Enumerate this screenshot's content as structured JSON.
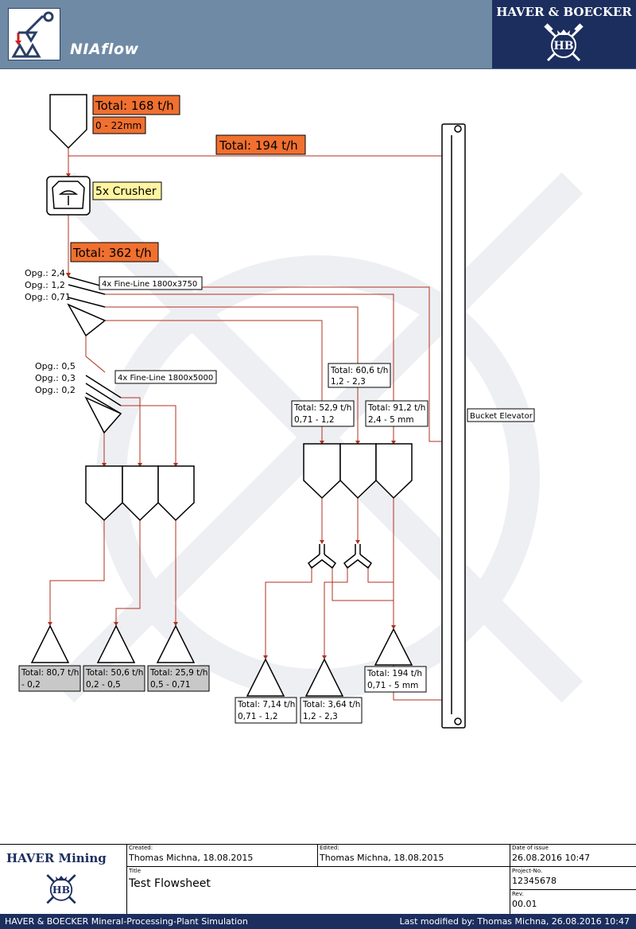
{
  "header": {
    "app_title": "NIAflow",
    "brand": "HAVER & BOECKER",
    "brand_monogram": "HB",
    "logo_icon": "flowsheet-logo-icon",
    "brand_color": "#1c2e5e",
    "header_color": "#6f8aa5"
  },
  "flowsheet": {
    "feed_total": "Total: 168 t/h",
    "feed_size": "0 - 22mm",
    "recycle_total": "Total: 194 t/h",
    "crusher_label": "5x Crusher",
    "crusher_product_total": "Total: 362 t/h",
    "screen1": {
      "label": "4x Fine-Line 1800x3750",
      "openings": [
        "Opg.: 2,4",
        "Opg.: 1,2",
        "Opg.: 0,71"
      ]
    },
    "screen2": {
      "label": "4x Fine-Line 1800x5000",
      "openings": [
        "Opg.: 0,5",
        "Opg.: 0,3",
        "Opg.: 0,2"
      ]
    },
    "streams": {
      "s1": {
        "total": "Total: 60,6 t/h",
        "range": "1,2 - 2,3"
      },
      "s2": {
        "total": "Total: 52,9 t/h",
        "range": "0,71 - 1,2"
      },
      "s3": {
        "total": "Total: 91,2 t/h",
        "range": "2,4 - 5 mm"
      }
    },
    "bucket_elevator": "Bucket Elevator",
    "products": {
      "p1": {
        "total": "Total: 80,7 t/h",
        "range": "- 0,2"
      },
      "p2": {
        "total": "Total: 50,6 t/h",
        "range": "0,2 - 0,5"
      },
      "p3": {
        "total": "Total: 25,9 t/h",
        "range": "0,5 - 0,71"
      },
      "p4": {
        "total": "Total: 7,14 t/h",
        "range": "0,71 - 1,2"
      },
      "p5": {
        "total": "Total: 3,64 t/h",
        "range": "1,2 - 2,3"
      },
      "p6": {
        "total": "Total: 194 t/h",
        "range": "0,71 - 5 mm"
      }
    },
    "colors": {
      "line": "#b03020",
      "orange_label": "#f07030",
      "yellow_label": "#fff4a0",
      "grey_label": "#c8c8c8"
    }
  },
  "footer": {
    "company": "HAVER Mining",
    "created_label": "Created:",
    "created_value": "Thomas Michna, 18.08.2015",
    "edited_label": "Edited:",
    "edited_value": "Thomas Michna, 18.08.2015",
    "issue_label": "Date of issue",
    "issue_value": "26.08.2016 10:47",
    "title_label": "Title",
    "title_value": "Test Flowsheet",
    "project_label": "Project-No.",
    "project_value": "12345678",
    "rev_label": "Rev.",
    "rev_value": "00.01",
    "status_left": "HAVER & BOECKER Mineral-Processing-Plant Simulation",
    "status_right": "Last modified by: Thomas Michna, 26.08.2016 10:47"
  }
}
